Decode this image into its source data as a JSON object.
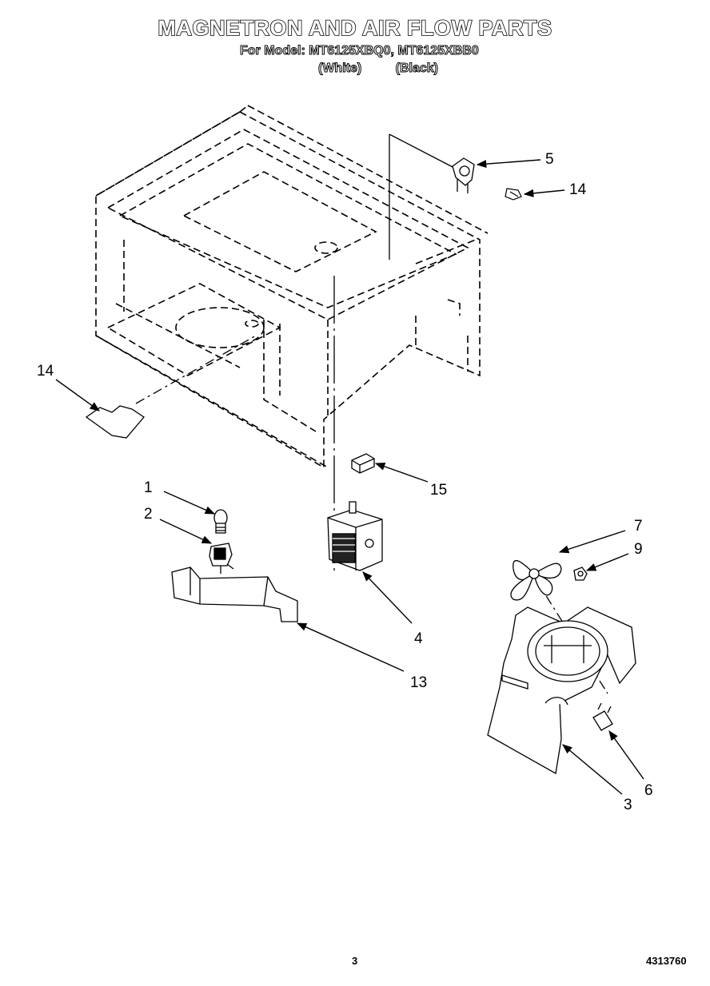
{
  "header": {
    "title": "MAGNETRON AND AIR FLOW PARTS",
    "model_prefix": "For Model:",
    "models": "MT6125XBQ0, MT6125XBB0",
    "variant_white": "(White)",
    "variant_black": "(Black)"
  },
  "callouts": {
    "c1": "1",
    "c2": "2",
    "c3": "3",
    "c4": "4",
    "c5": "5",
    "c6": "6",
    "c7": "7",
    "c9": "9",
    "c13": "13",
    "c14_top": "14",
    "c14_left": "14",
    "c15": "15"
  },
  "footer": {
    "page_number": "3",
    "doc_number": "4313760"
  }
}
